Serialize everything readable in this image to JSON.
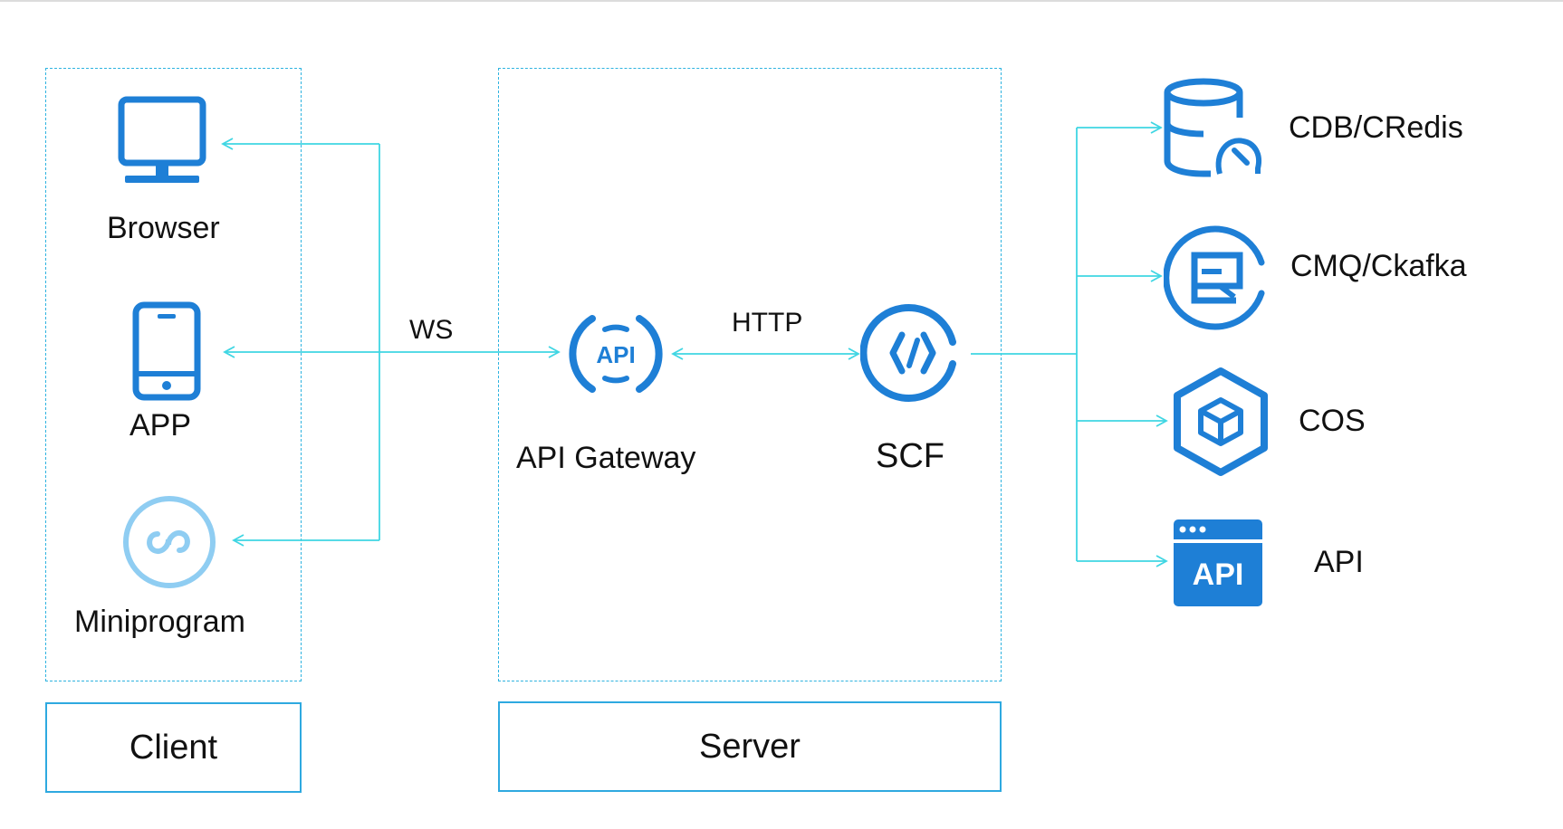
{
  "client": {
    "group_label": "Client",
    "items": [
      {
        "label": "Browser",
        "icon": "monitor-icon"
      },
      {
        "label": "APP",
        "icon": "phone-icon"
      },
      {
        "label": "Miniprogram",
        "icon": "miniprogram-icon"
      }
    ]
  },
  "server": {
    "group_label": "Server",
    "gateway": {
      "label": "API Gateway",
      "icon": "api-gateway-icon",
      "icon_text": "API"
    },
    "scf": {
      "label": "SCF",
      "icon": "scf-icon",
      "icon_text": "(/)"
    }
  },
  "connections": {
    "ws_label": "WS",
    "http_label": "HTTP"
  },
  "backends": [
    {
      "label": "CDB/CRedis",
      "icon": "database-icon"
    },
    {
      "label": "CMQ/Ckafka",
      "icon": "message-queue-icon"
    },
    {
      "label": "COS",
      "icon": "cos-cube-icon"
    },
    {
      "label": "API",
      "icon": "api-window-icon",
      "icon_text": "API"
    }
  ],
  "colors": {
    "line": "#3fd6e3",
    "icon_blue": "#1e7fd6",
    "miniprogram": "#8fcdf2",
    "border": "#2ea9e0"
  }
}
